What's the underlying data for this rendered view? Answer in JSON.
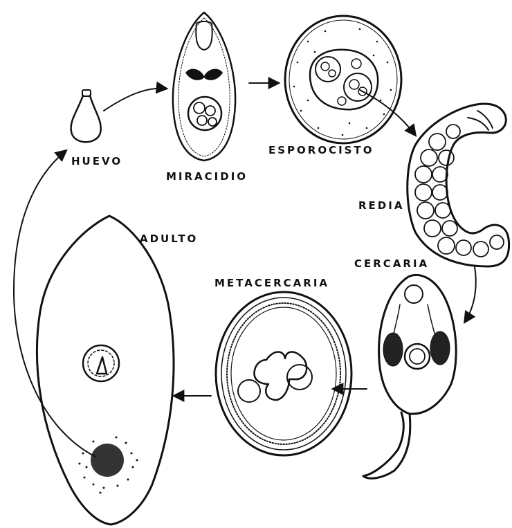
{
  "diagram": {
    "stages": {
      "huevo": "HUEVO",
      "miracidio": "MIRACIDIO",
      "esporocisto": "ESPOROCISTO",
      "redia": "REDIA",
      "cercaria": "CERCARIA",
      "metacercaria": "METACERCARIA",
      "adulto": "ADULTO"
    },
    "ink_color": "#111111",
    "background": "#ffffff"
  }
}
